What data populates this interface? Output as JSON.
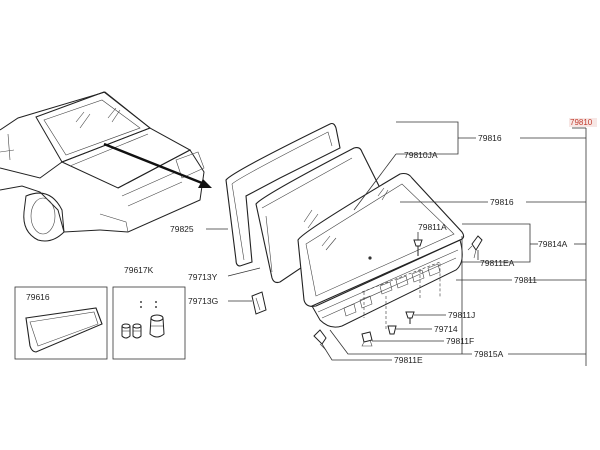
{
  "labels": {
    "p79810": "79810",
    "p79816_top": "79816",
    "p79810ja": "79810JA",
    "p79816_mid": "79816",
    "p79825": "79825",
    "p79811a": "79811A",
    "p79814a": "79814A",
    "p79811ea": "79811EA",
    "p79617k": "79617K",
    "p79713y": "79713Y",
    "p79811": "79811",
    "p79616": "79616",
    "p79713g": "79713G",
    "p79811j": "79811J",
    "p79714": "79714",
    "p79811f": "79811F",
    "p79815a": "79815A",
    "p79811e": "79811E"
  },
  "colors": {
    "highlight": "#c0392b",
    "line": "#333333"
  }
}
